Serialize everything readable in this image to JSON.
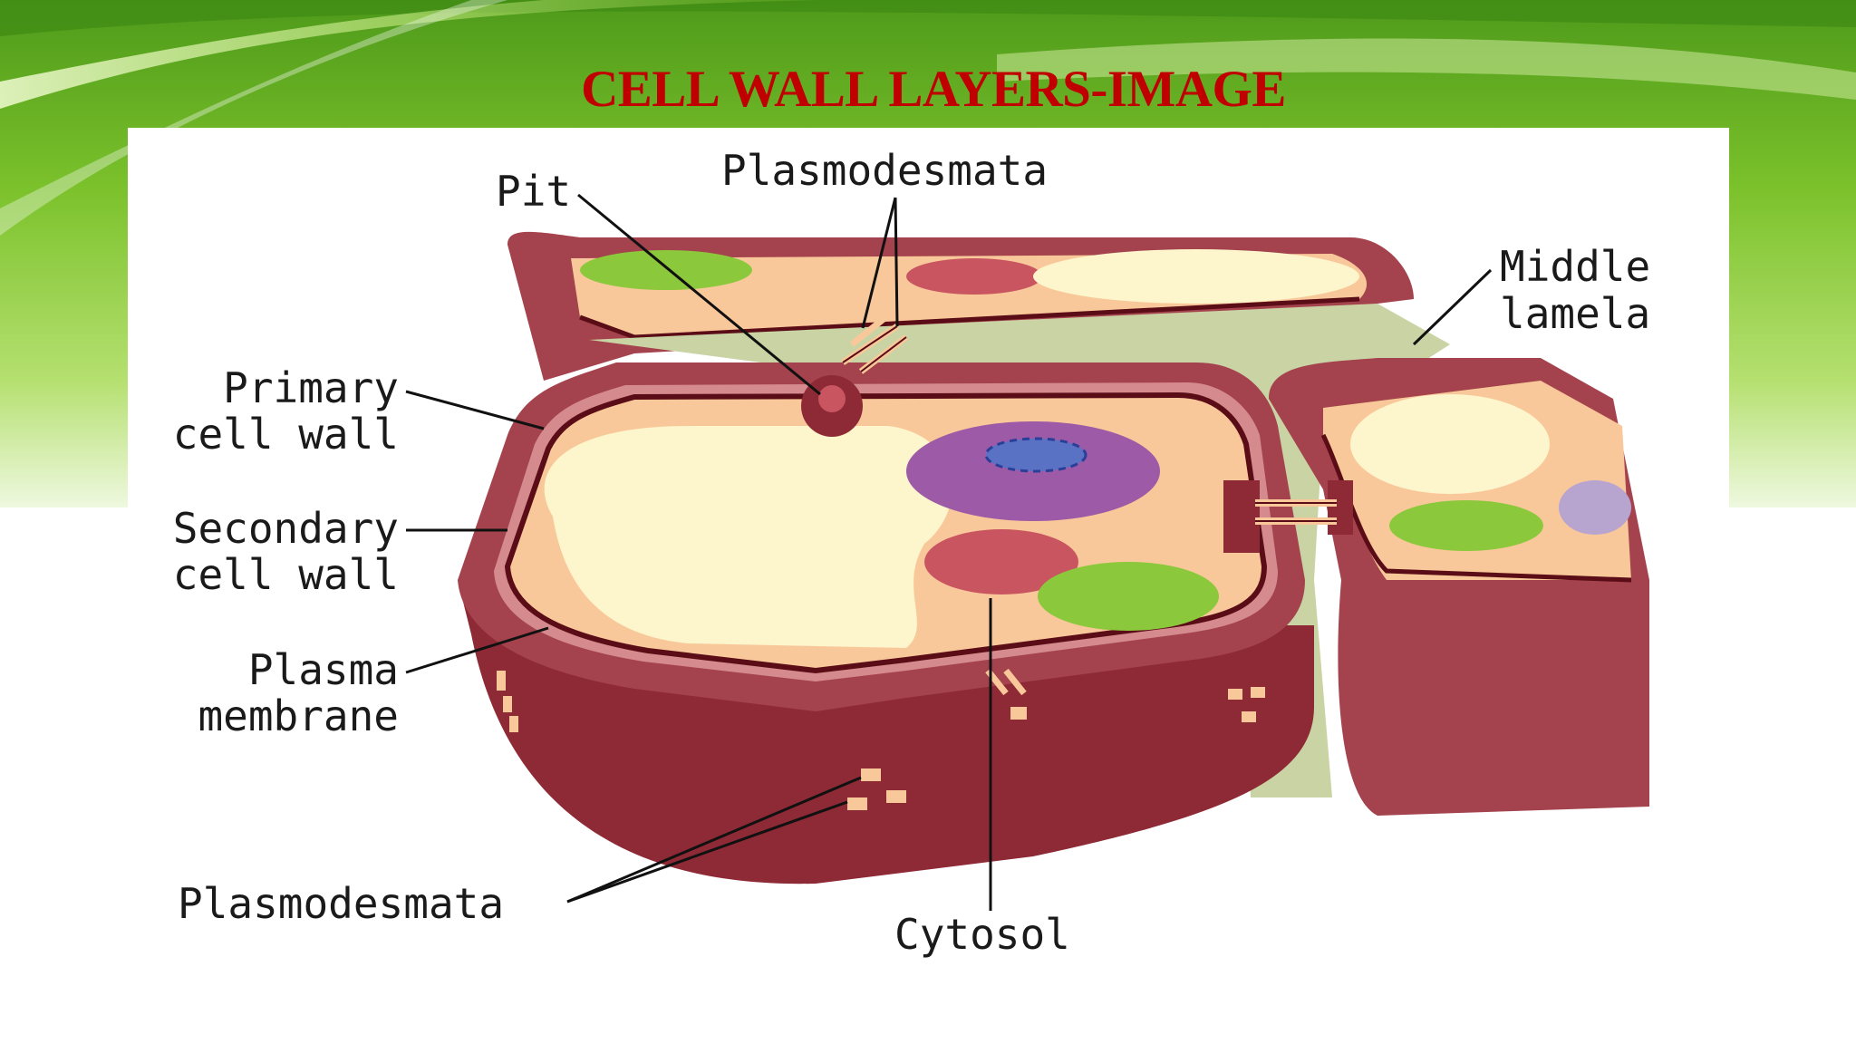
{
  "slide": {
    "title": "CELL WALL LAYERS-IMAGE"
  },
  "diagram": {
    "labels": {
      "pit": "Pit",
      "plasmodesmata_top": "Plasmodesmata",
      "middle_lamela_line1": "Middle",
      "middle_lamela_line2": "lamela",
      "primary_wall_line1": "Primary",
      "primary_wall_line2": "cell wall",
      "secondary_wall_line1": "Secondary",
      "secondary_wall_line2": "cell wall",
      "plasma_membrane_line1": "Plasma",
      "plasma_membrane_line2": "membrane",
      "plasmodesmata_bottom": "Plasmodesmata",
      "cytosol": "Cytosol"
    },
    "colors": {
      "title": "#c00000",
      "cell_wall": "#a4434d",
      "cytoplasm": "#f9c89a",
      "vacuole": "#fdf5cc",
      "nucleus": "#9d5aa6",
      "nucleolus": "#5a72c4",
      "chloroplast": "#8cc83c",
      "mitochondrion": "#c95560",
      "middle_lamella": "#c9d3a4"
    }
  }
}
